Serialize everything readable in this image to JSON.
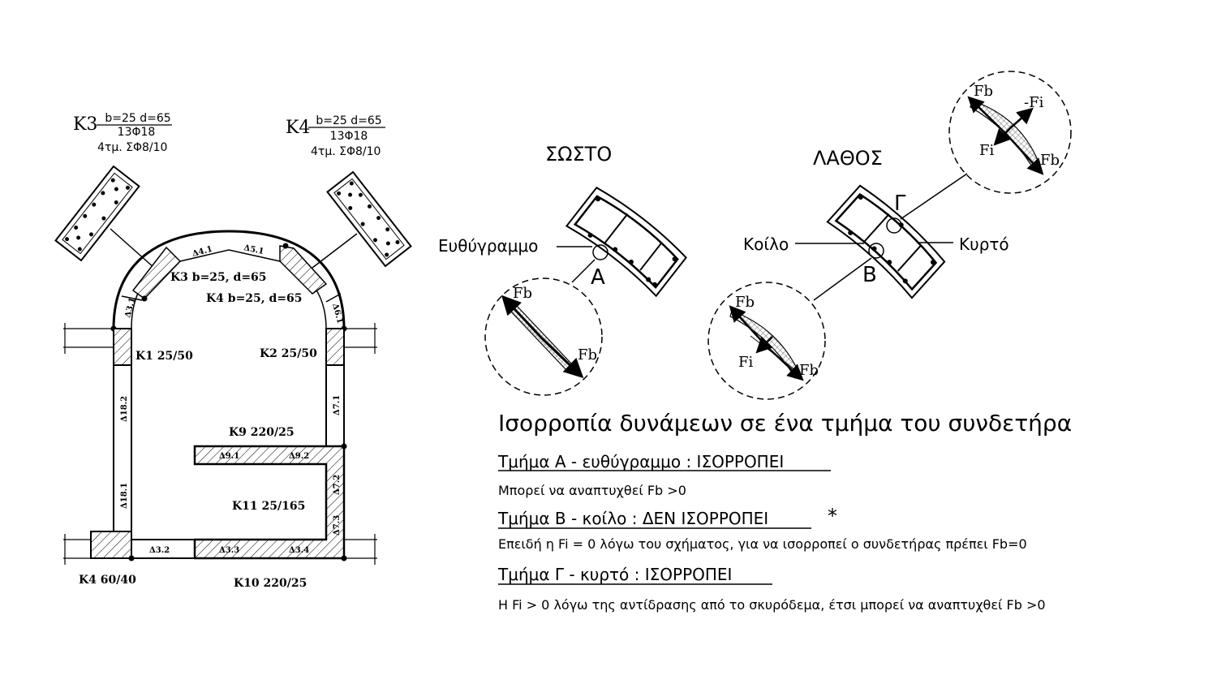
{
  "colors": {
    "ink": "#000000",
    "paper": "#ffffff"
  },
  "plan": {
    "k3_callout": {
      "name": "K3",
      "dims": "b=25 d=65",
      "bars": "13Φ18",
      "stirrups": "4τμ. ΣΦ8/10"
    },
    "k4_callout": {
      "name": "K4",
      "dims": "b=25 d=65",
      "bars": "13Φ18",
      "stirrups": "4τμ. ΣΦ8/10"
    },
    "labels": {
      "k3": "K3 b=25, d=65",
      "k4": "K4 b=25, d=65",
      "k1": "K1 25/50",
      "k2": "K2 25/50",
      "k9": "K9 220/25",
      "k11": "K11 25/165",
      "k4b": "K4 60/40",
      "k10": "K10 220/25"
    },
    "walls": {
      "d4_1": "Δ4.1",
      "d5_1": "Δ5.1",
      "d3_1": "Δ3.1",
      "d6_1": "Δ6.1",
      "d18_2": "Δ18.2",
      "d18_1": "Δ18.1",
      "d7_1": "Δ7.1",
      "d7_2": "Δ7.2",
      "d7_3": "Δ7.3",
      "d9_1": "Δ9.1",
      "d9_2": "Δ9.2",
      "d3_2": "Δ3.2",
      "d3_3": "Δ3.3",
      "d3_4": "Δ3.4"
    }
  },
  "correct": {
    "title": "ΣΩΣΤΟ",
    "label_straight": "Ευθύγραμμο",
    "point": "A",
    "force_top": "Fb",
    "force_bottom": "Fb"
  },
  "wrong": {
    "title": "ΛΑΘΟΣ",
    "label_concave": "Κοίλο",
    "label_convex": "Κυρτό",
    "point_b": "B",
    "point_g": "Γ",
    "detail_b": {
      "fb_top": "Fb",
      "fi": "Fi",
      "fb_bottom": "Fb"
    },
    "detail_g": {
      "fb_top": "Fb",
      "minus_fi": "-Fi",
      "fi": "Fi",
      "fb_bottom": "Fb"
    }
  },
  "notes": {
    "title": "Ισορροπία δυνάμεων σε ένα τμήμα του συνδετήρα",
    "a_heading": "Τμήμα Α - ευθύγραμμο : ΙΣΟΡΡΟΠΕΙ",
    "a_text": "Μπορεί να αναπτυχθεί Fb >0",
    "b_heading": "Τμήμα Β - κοίλο : ΔΕΝ ΙΣΟΡΡΟΠΕΙ",
    "b_asterisk": "*",
    "b_text": "Επειδή η Fi = 0 λόγω του σχήματος, για να ισορροπεί ο συνδετήρας  πρέπει Fb=0",
    "g_heading": "Τμήμα Γ - κυρτό : ΙΣΟΡΡΟΠΕΙ",
    "g_text": "Η Fi > 0 λόγω της αντίδρασης από το σκυρόδεμα, έτσι μπορεί να αναπτυχθεί Fb >0"
  }
}
